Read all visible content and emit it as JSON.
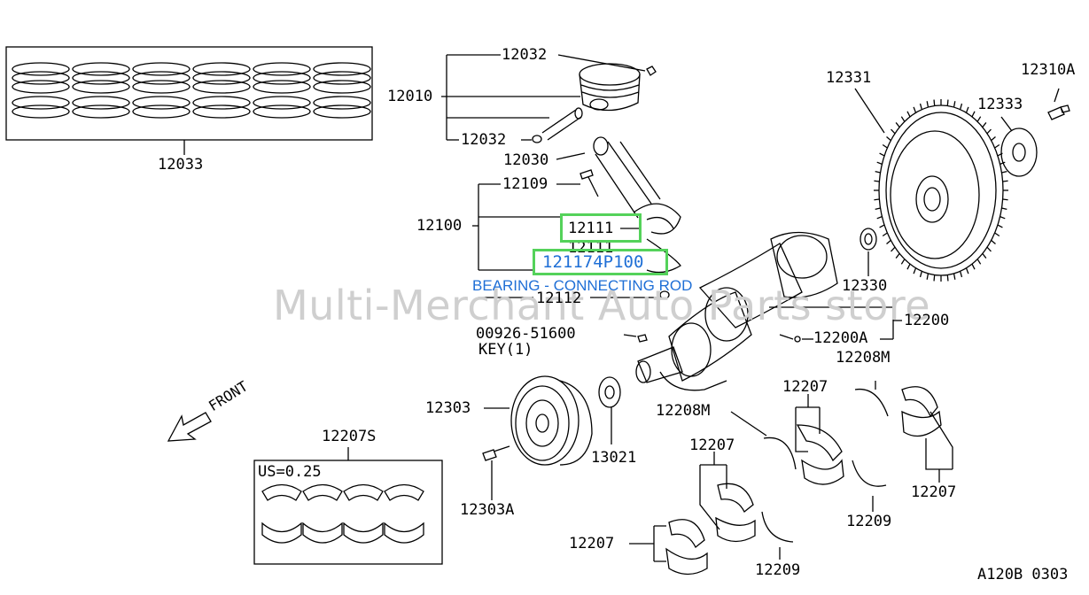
{
  "watermark": "Multi-Merchant Auto Parts store",
  "callouts": {
    "p12033": "12033",
    "p12032_top": "12032",
    "p12010": "12010",
    "p12032_bottom": "12032",
    "p12030": "12030",
    "p12109": "12109",
    "p12100": "12100",
    "p12111_a": "12111",
    "p12111_b": "12111",
    "p12112": "12112",
    "p00926": "00926-51600",
    "key": "KEY(1)",
    "p12303": "12303",
    "p13021": "13021",
    "p12303A": "12303A",
    "p12207S": "12207S",
    "us": "US=0.25",
    "p12331": "12331",
    "p12310A": "12310A",
    "p12333": "12333",
    "p12330": "12330",
    "p12200": "12200",
    "p12200A": "12200A",
    "p12208M_r": "12208M",
    "p12207_mid": "12207",
    "p12208M_l": "12208M",
    "p12207_right": "12207",
    "p12207_center": "12207",
    "p12209_right": "12209",
    "p12207_bottom": "12207",
    "p12209_bottom": "12209",
    "front": "FRONT",
    "code": "A120B 0303"
  },
  "highlight": {
    "part_number_link": "121174P100",
    "description": "BEARING - CONNECTING ROD"
  },
  "colors": {
    "highlight_border": "#54d25a",
    "link": "#1f6fd6",
    "watermark": "#cfcfcf"
  }
}
